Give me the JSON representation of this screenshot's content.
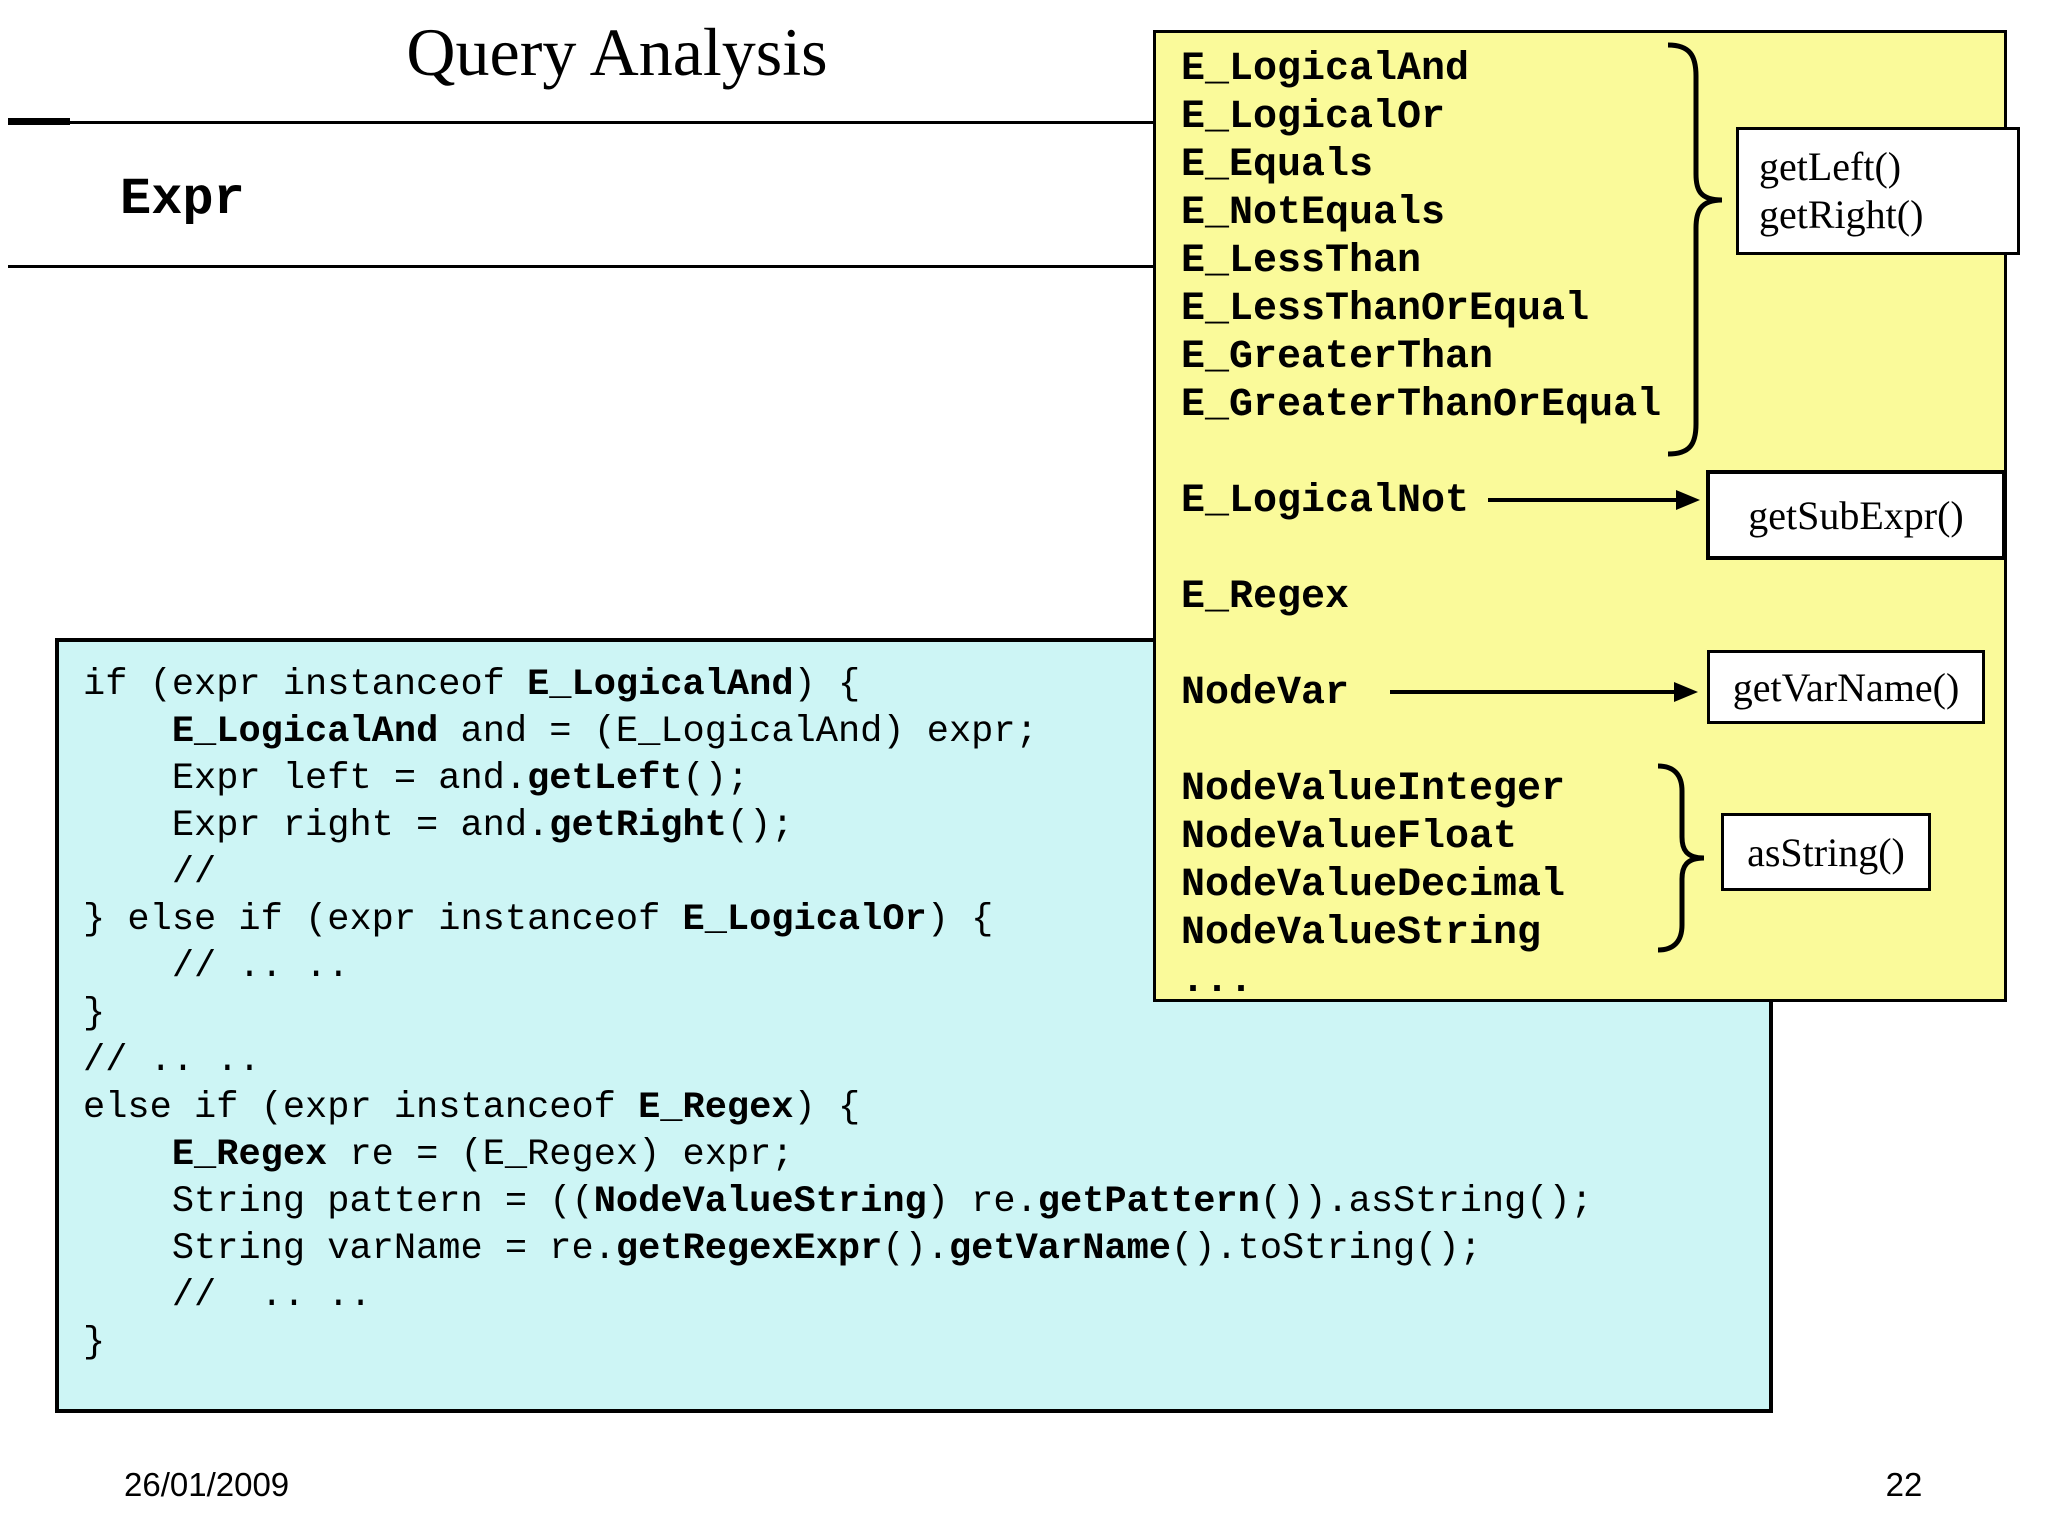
{
  "slide": {
    "title": "Query Analysis",
    "section_heading": "Expr",
    "footer": {
      "date": "26/01/2009",
      "page": "22"
    }
  },
  "colors": {
    "panel_yellow": "#FAFA9A",
    "code_cyan": "#CDF5F5",
    "border_black": "#000000"
  },
  "panel": {
    "lines": [
      "E_LogicalAnd",
      "E_LogicalOr",
      "E_Equals",
      "E_NotEquals",
      "E_LessThan",
      "E_LessThanOrEqual",
      "E_GreaterThan",
      "E_GreaterThanOrEqual",
      "",
      "E_LogicalNot",
      "",
      "E_Regex",
      "",
      "NodeVar",
      "",
      "NodeValueInteger",
      "NodeValueFloat",
      "NodeValueDecimal",
      "NodeValueString",
      "..."
    ],
    "binary_methods": [
      "getLeft()",
      "getRight()"
    ],
    "logicalnot_method": "getSubExpr()",
    "nodevar_method": "getVarName()",
    "nodevalue_method": "asString()"
  },
  "code": {
    "lines": [
      [
        {
          "t": "if (expr instanceof ",
          "b": false
        },
        {
          "t": "E_LogicalAnd",
          "b": true
        },
        {
          "t": ") {",
          "b": false
        }
      ],
      [
        {
          "t": "    ",
          "b": false
        },
        {
          "t": "E_LogicalAnd",
          "b": true
        },
        {
          "t": " and = (E_LogicalAnd) expr;",
          "b": false
        }
      ],
      [
        {
          "t": "    Expr left = and.",
          "b": false
        },
        {
          "t": "getLeft",
          "b": true
        },
        {
          "t": "();",
          "b": false
        }
      ],
      [
        {
          "t": "    Expr right = and.",
          "b": false
        },
        {
          "t": "getRight",
          "b": true
        },
        {
          "t": "();",
          "b": false
        }
      ],
      [
        {
          "t": "    //",
          "b": false
        }
      ],
      [
        {
          "t": "} else if (expr instanceof ",
          "b": false
        },
        {
          "t": "E_LogicalOr",
          "b": true
        },
        {
          "t": ") {",
          "b": false
        }
      ],
      [
        {
          "t": "    // .. ..",
          "b": false
        }
      ],
      [
        {
          "t": "}",
          "b": false
        }
      ],
      [
        {
          "t": "// .. ..",
          "b": false
        }
      ],
      [
        {
          "t": "else if (expr instanceof ",
          "b": false
        },
        {
          "t": "E_Regex",
          "b": true
        },
        {
          "t": ") {",
          "b": false
        }
      ],
      [
        {
          "t": "    ",
          "b": false
        },
        {
          "t": "E_Regex",
          "b": true
        },
        {
          "t": " re = (E_Regex) expr;",
          "b": false
        }
      ],
      [
        {
          "t": "    String pattern = ((",
          "b": false
        },
        {
          "t": "NodeValueString",
          "b": true
        },
        {
          "t": ") re.",
          "b": false
        },
        {
          "t": "getPattern",
          "b": true
        },
        {
          "t": "()).asString();",
          "b": false
        }
      ],
      [
        {
          "t": "    String varName = re.",
          "b": false
        },
        {
          "t": "getRegexExpr",
          "b": true
        },
        {
          "t": "().",
          "b": false
        },
        {
          "t": "getVarName",
          "b": true
        },
        {
          "t": "().toString();",
          "b": false
        }
      ],
      [
        {
          "t": "    //  .. ..",
          "b": false
        }
      ],
      [
        {
          "t": "}",
          "b": false
        }
      ]
    ]
  }
}
